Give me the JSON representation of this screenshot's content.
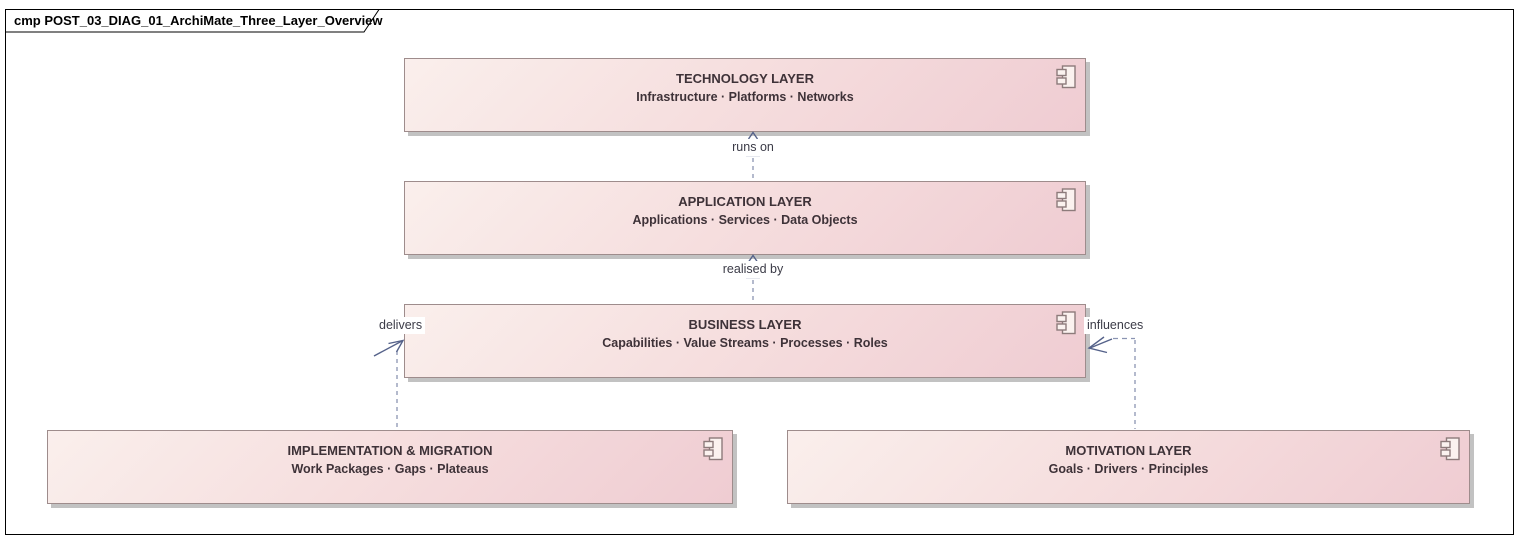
{
  "frame": {
    "title": "cmp POST_03_DIAG_01_ArchiMate_Three_Layer_Overview"
  },
  "nodes": [
    {
      "id": "technology",
      "title": "TECHNOLOGY LAYER",
      "subtitle": "Infrastructure · Platforms · Networks"
    },
    {
      "id": "application",
      "title": "APPLICATION LAYER",
      "subtitle": "Applications · Services · Data Objects"
    },
    {
      "id": "business",
      "title": "BUSINESS LAYER",
      "subtitle": "Capabilities · Value Streams · Processes · Roles"
    },
    {
      "id": "implementation",
      "title": "IMPLEMENTATION & MIGRATION",
      "subtitle": "Work Packages · Gaps · Plateaus"
    },
    {
      "id": "motivation",
      "title": "MOTIVATION LAYER",
      "subtitle": "Goals · Drivers · Principles"
    }
  ],
  "connectors": [
    {
      "label": "runs on",
      "from": "application",
      "to": "technology"
    },
    {
      "label": "realised by",
      "from": "business",
      "to": "application"
    },
    {
      "label": "delivers",
      "from": "implementation",
      "to": "business"
    },
    {
      "label": "influences",
      "from": "motivation",
      "to": "business"
    }
  ],
  "icons": {
    "component_icon": "uml-component-icon"
  },
  "colors": {
    "node_fill_light": "#faefec",
    "node_fill_dark": "#efccd2",
    "node_border": "#9e8c8c",
    "node_shadow": "#c2c2c2",
    "node_text": "#3e3238",
    "connector_dash": "#8b94b2",
    "connector_arrow": "#55628a",
    "frame_border": "#000000",
    "label_text": "#3b3b47"
  }
}
